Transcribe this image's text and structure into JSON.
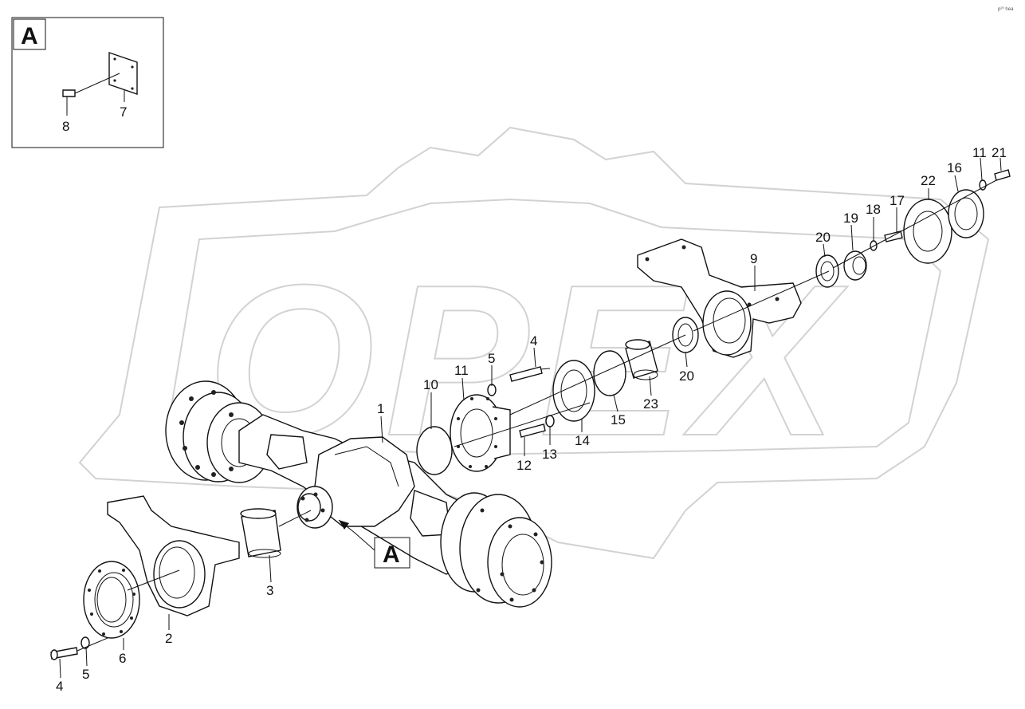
{
  "corner_code": "p²⁰ hea",
  "inset": {
    "label": "A"
  },
  "callout": {
    "label": "A"
  },
  "callouts": [
    {
      "id": "1",
      "text": "1"
    },
    {
      "id": "2",
      "text": "2"
    },
    {
      "id": "3",
      "text": "3"
    },
    {
      "id": "4a",
      "text": "4"
    },
    {
      "id": "4b",
      "text": "4"
    },
    {
      "id": "5a",
      "text": "5"
    },
    {
      "id": "5b",
      "text": "5"
    },
    {
      "id": "6",
      "text": "6"
    },
    {
      "id": "7",
      "text": "7"
    },
    {
      "id": "8",
      "text": "8"
    },
    {
      "id": "9",
      "text": "9"
    },
    {
      "id": "10",
      "text": "10"
    },
    {
      "id": "11a",
      "text": "11"
    },
    {
      "id": "11b",
      "text": "11"
    },
    {
      "id": "12",
      "text": "12"
    },
    {
      "id": "13",
      "text": "13"
    },
    {
      "id": "14",
      "text": "14"
    },
    {
      "id": "15",
      "text": "15"
    },
    {
      "id": "16",
      "text": "16"
    },
    {
      "id": "17",
      "text": "17"
    },
    {
      "id": "18",
      "text": "18"
    },
    {
      "id": "19",
      "text": "19"
    },
    {
      "id": "20a",
      "text": "20"
    },
    {
      "id": "20b",
      "text": "20"
    },
    {
      "id": "21",
      "text": "21"
    },
    {
      "id": "22",
      "text": "22"
    },
    {
      "id": "23",
      "text": "23"
    }
  ],
  "watermark": {
    "text": "OPEX",
    "color": "#d2d2d2"
  },
  "colors": {
    "ink": "#111111",
    "paper": "#ffffff"
  }
}
